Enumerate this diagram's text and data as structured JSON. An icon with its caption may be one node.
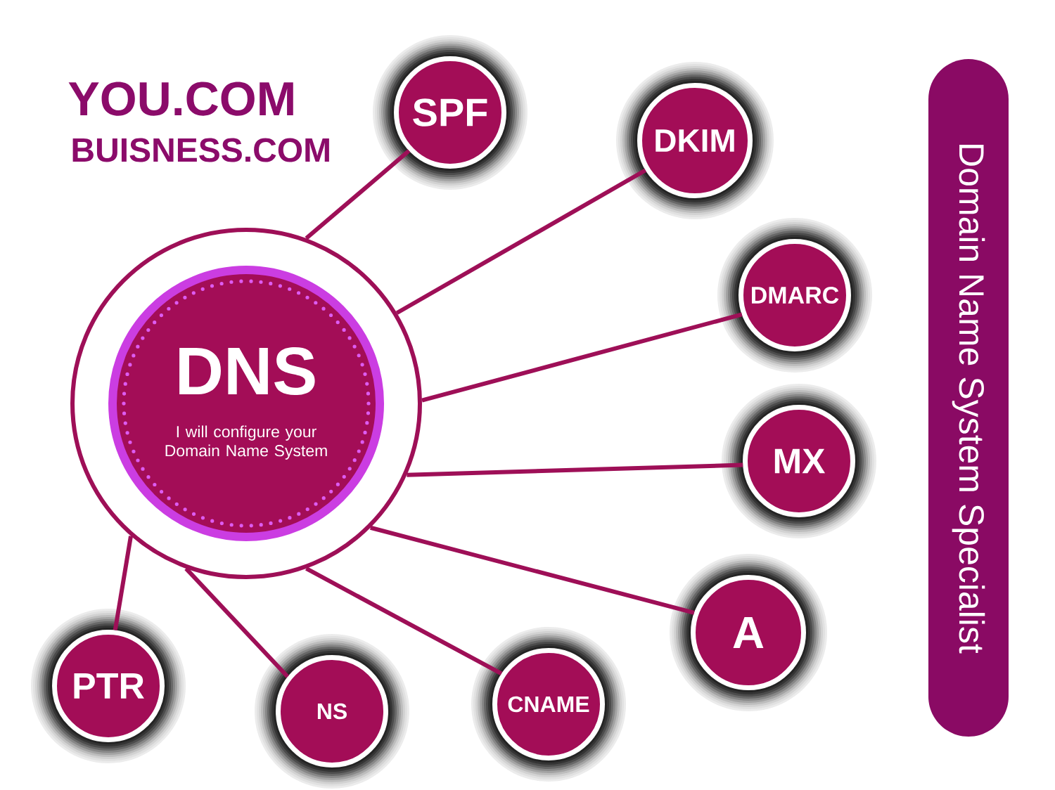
{
  "diagram": {
    "nodes": [
      {
        "text": [],
        "shape": "circle"
      },
      {
        "text": [
          "DNS",
          "I will configure your Domain Name System"
        ],
        "in": 0
      },
      {
        "text": [
          "SPF"
        ]
      },
      {
        "text": [
          "DKIM"
        ]
      },
      {
        "text": [
          "DMARC"
        ]
      },
      {
        "text": [
          "MX"
        ]
      },
      {
        "text": [
          "A"
        ]
      },
      {
        "text": [
          "CNAME"
        ]
      },
      {
        "text": [
          "NS"
        ]
      },
      {
        "text": [
          "PTR"
        ]
      },
      {
        "text": [
          "Domain Name System Specialist"
        ]
      }
    ],
    "edges": [
      {
        "from": 0,
        "to": 2,
        "arrow": "none"
      },
      {
        "from": 0,
        "to": 3,
        "arrow": "none"
      },
      {
        "from": 0,
        "to": 4,
        "arrow": "none"
      },
      {
        "from": 0,
        "to": 5,
        "arrow": "none"
      },
      {
        "from": 0,
        "to": 6,
        "arrow": "none"
      },
      {
        "from": 0,
        "to": 7,
        "arrow": "none"
      },
      {
        "from": 0,
        "to": 8,
        "arrow": "none"
      },
      {
        "from": 0,
        "to": 9,
        "arrow": "none"
      }
    ],
    "labels": [
      "YOU.COM",
      "BUISNESS.COM"
    ]
  }
}
